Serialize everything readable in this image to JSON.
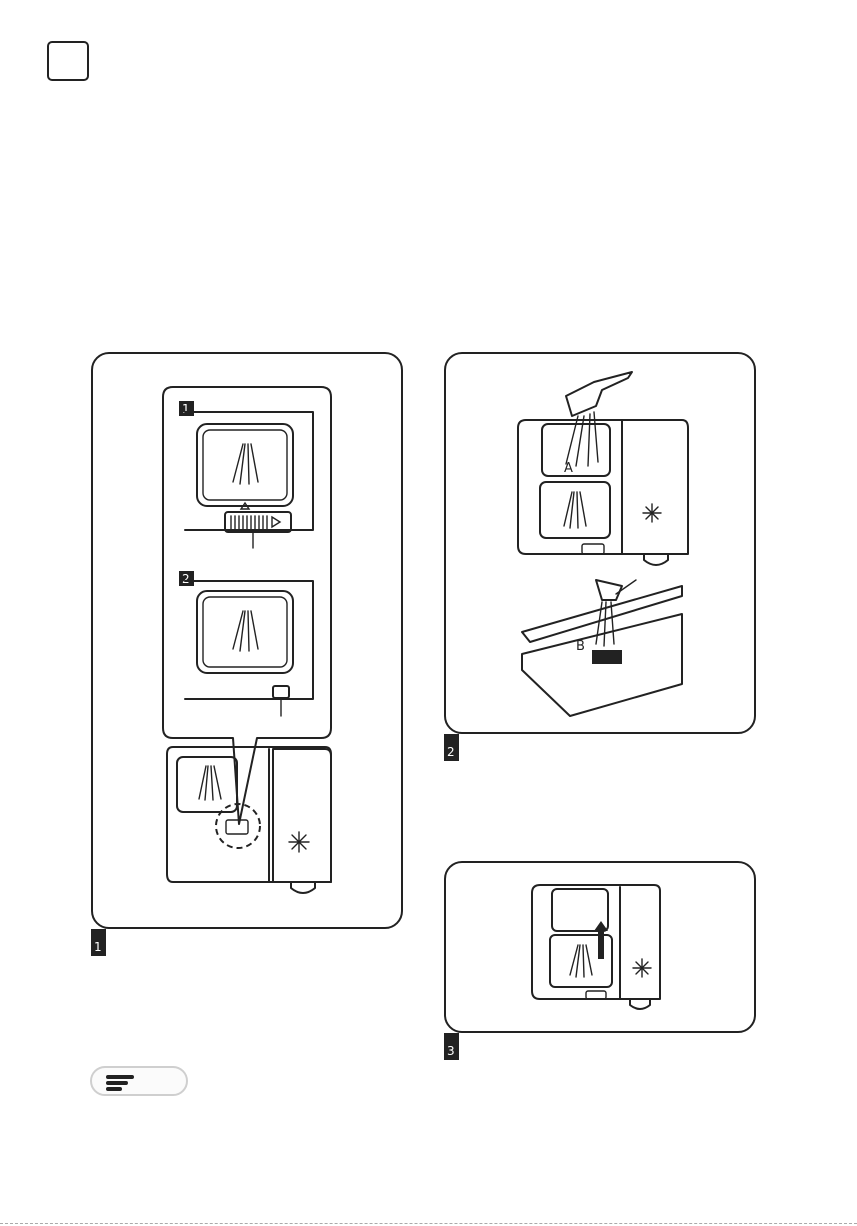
{
  "figures": [
    {
      "number": "1",
      "badges": [
        "1",
        "2"
      ]
    },
    {
      "number": "2",
      "labels": [
        "A",
        "B"
      ]
    },
    {
      "number": "3"
    }
  ],
  "icons": [
    "water-drops-icon",
    "sparkle-icon",
    "arrow-up-icon",
    "note-icon"
  ]
}
